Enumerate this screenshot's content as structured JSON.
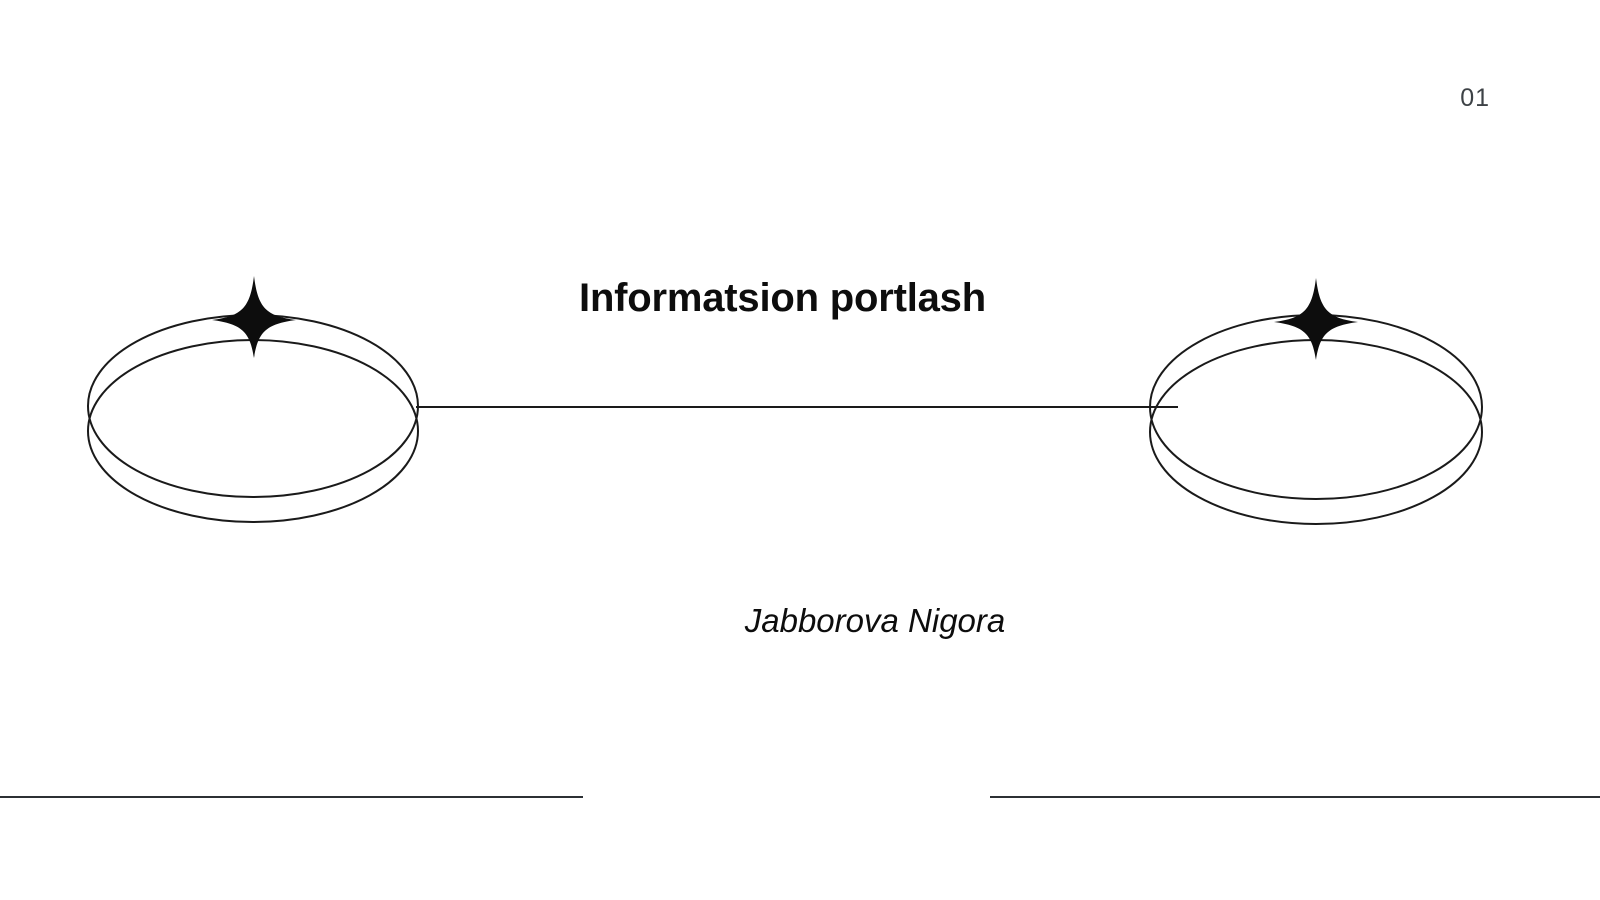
{
  "slide": {
    "page_number": "01",
    "title": "Informatsion portlash",
    "author": "Jabborova Nigora",
    "background_color": "#ffffff",
    "text_color": "#0d0d0d",
    "page_number_color": "#3d4246",
    "rule_color": "#2c3034",
    "stroke_color": "#1a1a1a"
  },
  "decoration": {
    "left_shape_name": "double-ellipse-ring",
    "right_shape_name": "double-ellipse-ring",
    "left_sparkle_name": "four-point-sparkle",
    "right_sparkle_name": "four-point-sparkle",
    "connector_name": "horizontal-connector-line"
  }
}
